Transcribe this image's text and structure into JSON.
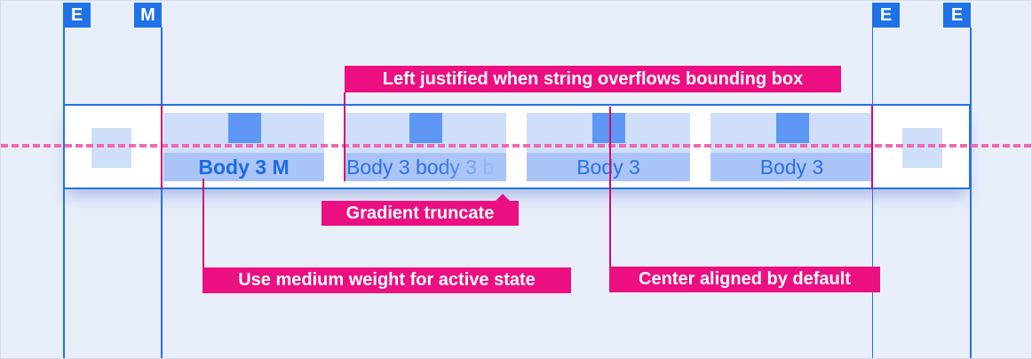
{
  "spacing_markers": {
    "items": [
      {
        "label": "E",
        "position": "left-outer"
      },
      {
        "label": "M",
        "position": "left-inner"
      },
      {
        "label": "E",
        "position": "right-inner"
      },
      {
        "label": "E",
        "position": "right-outer"
      }
    ]
  },
  "tab_bar": {
    "tabs": [
      {
        "label": "Body 3 M",
        "state": "active",
        "alignment": "center",
        "weight": "medium"
      },
      {
        "label": "Body 3 body 3 b",
        "state": "default",
        "alignment": "left",
        "truncation": "gradient"
      },
      {
        "label": "Body 3",
        "state": "default",
        "alignment": "center"
      },
      {
        "label": "Body 3",
        "state": "default",
        "alignment": "center"
      }
    ]
  },
  "annotations": {
    "left_justified": {
      "text": "Left justified when string overflows bounding box"
    },
    "gradient_truncate": {
      "text": "Gradient truncate"
    },
    "medium_weight": {
      "text": "Use medium weight for active state"
    },
    "center_aligned": {
      "text": "Center aligned by default"
    }
  },
  "colors": {
    "background": "#e9eefb",
    "accent_blue": "#1e71e6",
    "tab_icon_blue": "#5e96f3",
    "tab_area_light_blue": "#cfdef9",
    "tab_label_blue": "#abc4f8",
    "tab_text_blue": "#2b71e3",
    "annotation_pink": "#ec0f81",
    "connector_pink": "#d6086f",
    "dashed_guide_pink": "#f168b1"
  }
}
